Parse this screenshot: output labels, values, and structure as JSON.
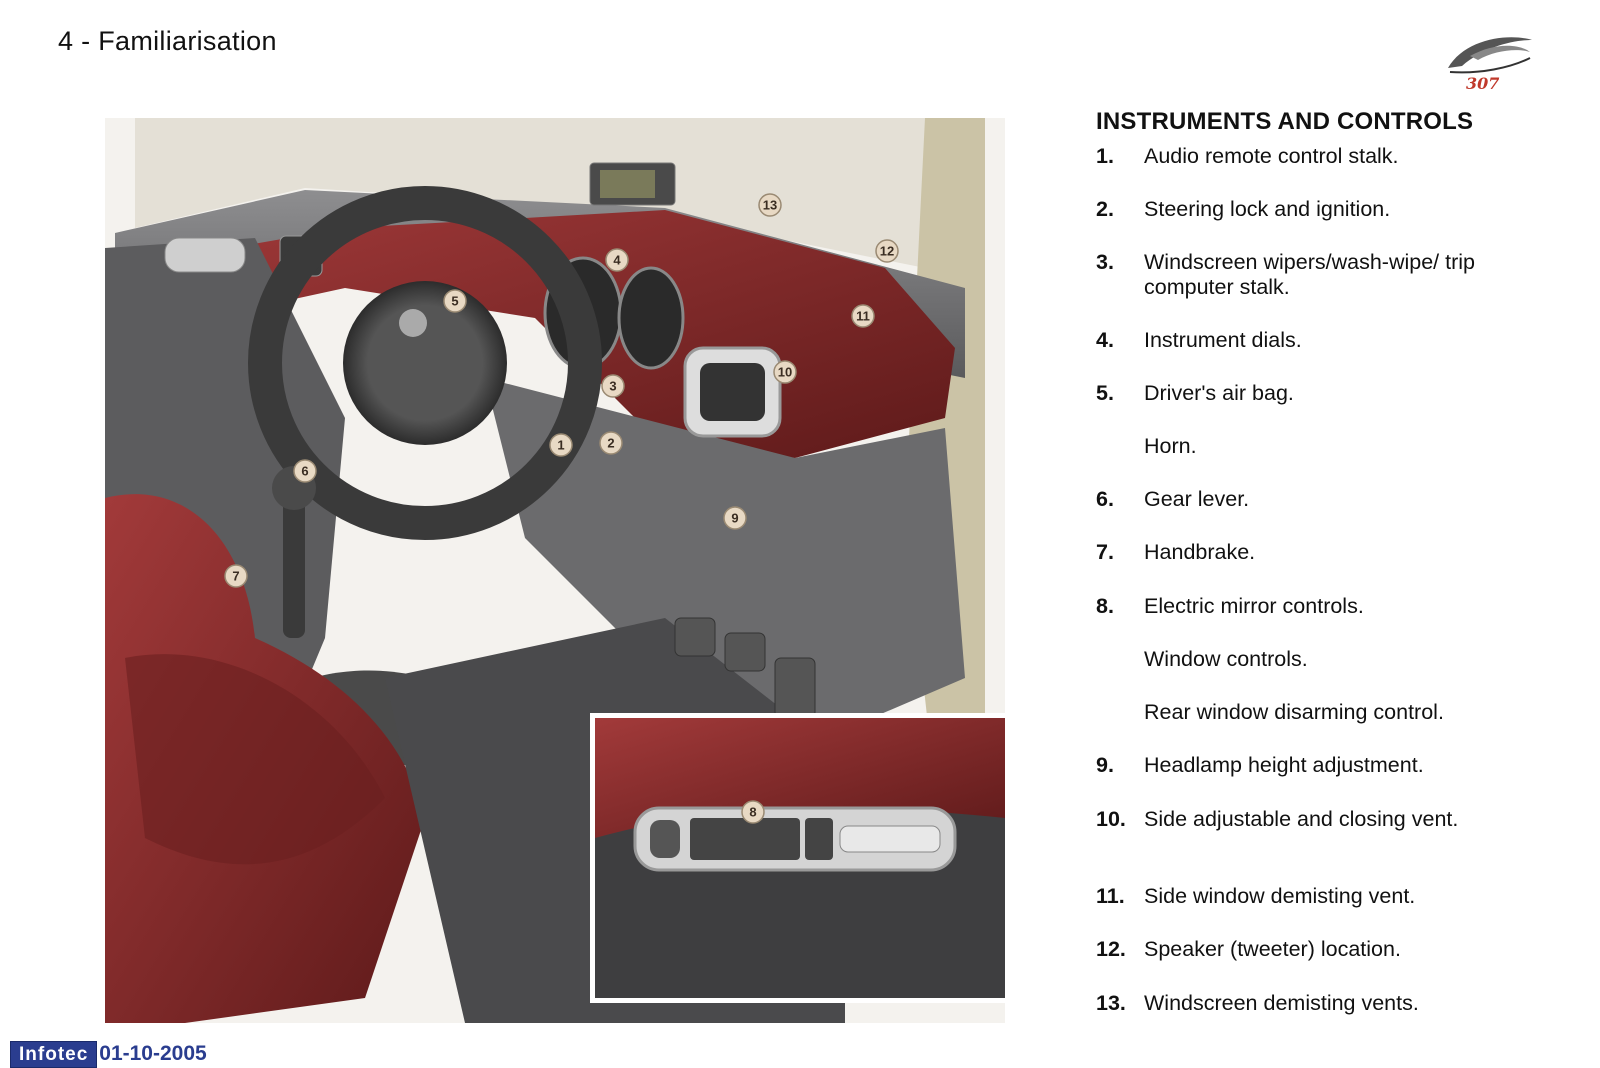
{
  "header": {
    "title": "4 - Familiarisation"
  },
  "logo": {
    "model": "307",
    "icon": "peugeot-307-logo"
  },
  "section": {
    "title": "INSTRUMENTS AND CONTROLS",
    "items": [
      {
        "num": "1.",
        "text": "Audio remote control stalk."
      },
      {
        "num": "2.",
        "text": "Steering lock and ignition."
      },
      {
        "num": "3.",
        "text": "Windscreen wipers/wash-wipe/ trip computer stalk."
      },
      {
        "num": "4.",
        "text": "Instrument dials."
      },
      {
        "num": "5.",
        "text": "Driver's air bag."
      },
      {
        "num": "",
        "text": "Horn."
      },
      {
        "num": "6.",
        "text": "Gear lever."
      },
      {
        "num": "7.",
        "text": "Handbrake."
      },
      {
        "num": "8.",
        "text": "Electric mirror controls."
      },
      {
        "num": "",
        "text": "Window controls."
      },
      {
        "num": "",
        "text": "Rear window disarming control."
      },
      {
        "num": "9.",
        "text": "Headlamp height adjustment."
      },
      {
        "num": "10.",
        "text": "Side adjustable and closing vent."
      },
      {
        "num": "11.",
        "text": "Side window demisting vent."
      },
      {
        "num": "12.",
        "text": "Speaker (tweeter) location."
      },
      {
        "num": "13.",
        "text": "Windscreen demisting vents."
      }
    ]
  },
  "illustration": {
    "callouts": [
      "1",
      "2",
      "3",
      "4",
      "5",
      "6",
      "7",
      "8",
      "9",
      "10",
      "11",
      "12",
      "13"
    ]
  },
  "footer": {
    "brand": "Infotec",
    "date": "01-10-2005"
  },
  "colors": {
    "upholstery": "#7a2424",
    "dash": "#5a5a5c",
    "footer_blue": "#2a3d8f",
    "badge": "#e8d9c4"
  }
}
